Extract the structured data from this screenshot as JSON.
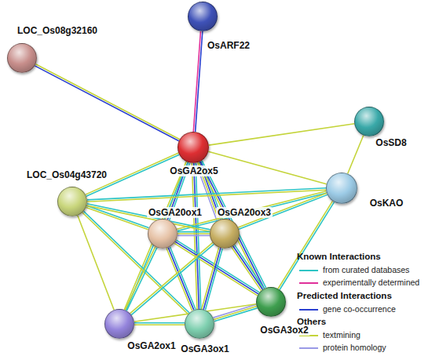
{
  "diagram": {
    "nodes": [
      {
        "text": [
          "OsARF22"
        ]
      },
      {
        "text": [
          "LOC_Os08g32160"
        ]
      },
      {
        "text": [
          "OsSD8"
        ]
      },
      {
        "text": [
          "OsGA2ox5"
        ]
      },
      {
        "text": [
          "OsKAO"
        ]
      },
      {
        "text": [
          "LOC_Os04g43720"
        ]
      },
      {
        "text": [
          "OsGA20ox1"
        ]
      },
      {
        "text": [
          "OsGA20ox3"
        ]
      },
      {
        "text": [
          "OsGA3ox2"
        ]
      },
      {
        "text": [
          "OsGA2ox1"
        ]
      },
      {
        "text": [
          "OsGA3ox1"
        ]
      }
    ],
    "edges": [
      {
        "from": 3,
        "to": 0,
        "arrow": "none"
      },
      {
        "from": 3,
        "to": 1,
        "arrow": "none"
      },
      {
        "from": 3,
        "to": 2,
        "arrow": "none"
      },
      {
        "from": 2,
        "to": 4,
        "arrow": "none"
      },
      {
        "from": 3,
        "to": 4,
        "arrow": "none"
      },
      {
        "from": 3,
        "to": 5,
        "arrow": "none"
      },
      {
        "from": 3,
        "to": 6,
        "arrow": "none"
      },
      {
        "from": 3,
        "to": 7,
        "arrow": "none"
      },
      {
        "from": 3,
        "to": 8,
        "arrow": "none"
      },
      {
        "from": 3,
        "to": 10,
        "arrow": "none"
      },
      {
        "from": 3,
        "to": 9,
        "arrow": "none"
      },
      {
        "from": 5,
        "to": 4,
        "arrow": "none"
      },
      {
        "from": 4,
        "to": 6,
        "arrow": "none"
      },
      {
        "from": 4,
        "to": 7,
        "arrow": "none"
      },
      {
        "from": 4,
        "to": 8,
        "arrow": "none"
      },
      {
        "from": 5,
        "to": 6,
        "arrow": "none"
      },
      {
        "from": 5,
        "to": 7,
        "arrow": "none"
      },
      {
        "from": 5,
        "to": 9,
        "arrow": "none"
      },
      {
        "from": 5,
        "to": 10,
        "arrow": "none"
      },
      {
        "from": 6,
        "to": 7,
        "arrow": "none"
      },
      {
        "from": 6,
        "to": 8,
        "arrow": "none"
      },
      {
        "from": 6,
        "to": 10,
        "arrow": "none"
      },
      {
        "from": 6,
        "to": 9,
        "arrow": "none"
      },
      {
        "from": 7,
        "to": 8,
        "arrow": "none"
      },
      {
        "from": 7,
        "to": 10,
        "arrow": "none"
      },
      {
        "from": 7,
        "to": 9,
        "arrow": "none"
      },
      {
        "from": 8,
        "to": 10,
        "arrow": "none"
      },
      {
        "from": 9,
        "to": 10,
        "arrow": "none"
      },
      {
        "from": 9,
        "to": 8,
        "arrow": "none"
      }
    ],
    "labels": [
      "Known Interactions",
      "Predicted Interactions",
      "Others"
    ],
    "legend": [
      {
        "text": "from curated databases"
      },
      {
        "text": "experimentally determined"
      },
      {
        "text": "gene co-occurrence"
      },
      {
        "text": "textmining"
      },
      {
        "text": "protein homology"
      }
    ]
  }
}
